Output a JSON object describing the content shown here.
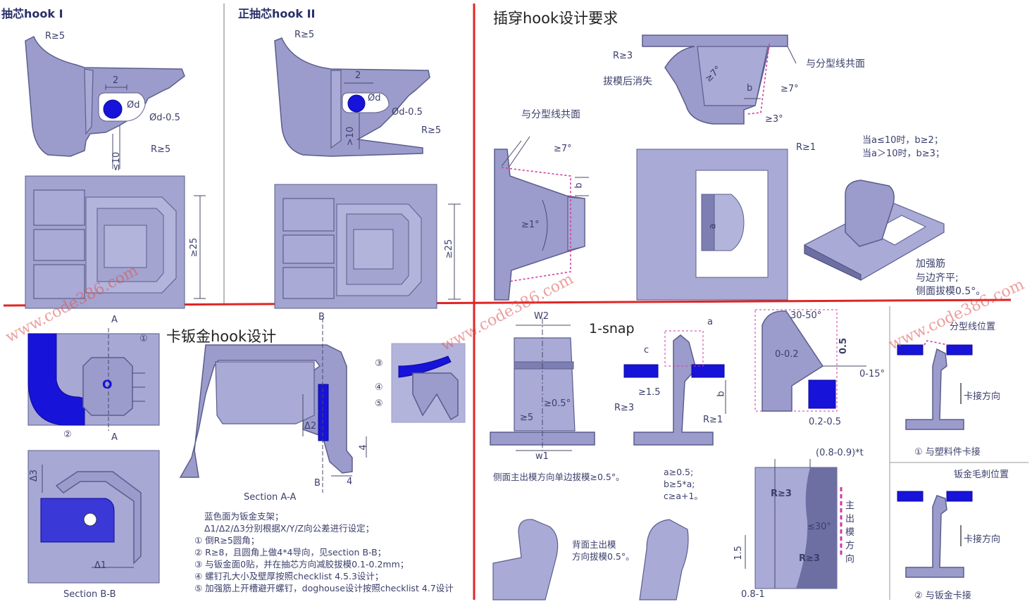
{
  "panels": {
    "hook1": {
      "title": "抽芯hook I",
      "r5_top": "R≥5",
      "two": "2",
      "od": "Ød",
      "od_minus": "Ød-0.5",
      "le10": "≤10",
      "r5_bottom": "R≥5",
      "ge25": "≥25"
    },
    "hook2": {
      "title": "正抽芯hook II",
      "r5_top": "R≥5",
      "two": "2",
      "od": "Ød",
      "od_minus": "Ød-0.5",
      "gt10": ">10",
      "r5_bottom": "R≥5",
      "ge25": "≥25"
    },
    "insert": {
      "title": "插穿hook设计要求",
      "r3": "R≥3",
      "draft_vanish": "拔模后消失",
      "ge7a": "≥7°",
      "b": "b",
      "ge7b": "≥7°",
      "ge3": "≥3°",
      "parting_coplanar_right": "与分型线共面",
      "parting_coplanar_left": "与分型线共面",
      "ge7c": "≥7°",
      "b2": "b",
      "ge1": "≥1°",
      "r1": "R≥1",
      "a": "a",
      "rule1": "当a≤10时，b≥2；",
      "rule2": "当a＞10时，b≥3；",
      "rib1": "加强筋",
      "rib2": "与边齐平;",
      "rib3": "侧面拔模0.5°。"
    },
    "sheet": {
      "title": "卡钣金hook设计",
      "A_top": "A",
      "A_bottom": "A",
      "B_top": "B",
      "B_bottom": "B",
      "n1": "①",
      "n2": "②",
      "n3": "③",
      "n4": "④",
      "n5": "⑤",
      "o_mark": "O",
      "delta3": "Δ3",
      "delta1": "Δ1",
      "delta2": "Δ2",
      "four_a": "4",
      "four_b": "4",
      "section_aa": "Section A-A",
      "section_bb": "Section B-B",
      "notes": [
        "蓝色面为钣金支架；",
        "Δ1/Δ2/Δ3分别根据X/Y/Z向公差进行设定；",
        "① 倒R≥5圆角；",
        "② R≥8，且圆角上做4*4导向，见section B-B；",
        "③ 与钣金面0贴，并在抽芯方向减胶拔模0.1-0.2mm；",
        "④ 螺钉孔大小及壁厚按照checklist 4.5.3设计；",
        "⑤ 加强筋上开槽避开螺钉，doghouse设计按照checklist 4.7设计"
      ]
    },
    "snap": {
      "title": "1-snap",
      "w2": "W2",
      "w1": "w1",
      "ge05": "≥0.5°",
      "ge5": "≥5",
      "side_note": "侧面主出模方向单边拔模≥0.5°。",
      "a": "a",
      "c": "c",
      "ge15": "≥1.5",
      "b": "b",
      "r3": "R≥3",
      "r1": "R≥1",
      "rules": [
        "a≥0.5;",
        "b≥5*a;",
        "c≥a+1。"
      ],
      "back_note1": "背面主出模",
      "back_note2": "方向拔模0.5°。",
      "deg3050": "30-50°",
      "d0_02": "0-0.2",
      "d05": "0.5",
      "d0_15": "0-15°",
      "d02_05": "0.2-0.5",
      "t08": "(0.8-0.9)*t",
      "r3a": "R≥3",
      "le30": "≤30°",
      "r3b": "R≥3",
      "d15": "1.5",
      "d081": "0.8-1",
      "main_dir": [
        "主",
        "出",
        "模",
        "方",
        "向"
      ],
      "parting_pos": "分型线位置",
      "snap_dir1": "卡接方向",
      "plastic": "① 与塑料件卡接",
      "burr_pos": "钣金毛刺位置",
      "snap_dir2": "卡接方向",
      "sheetmetal": "② 与钣金卡接"
    }
  },
  "watermark": "www.code386.com",
  "colors": {
    "part": "#9b9ccc",
    "sheet_blue": "#1713d9",
    "divider": "#e02525",
    "draft_line": "#d23aa0"
  }
}
